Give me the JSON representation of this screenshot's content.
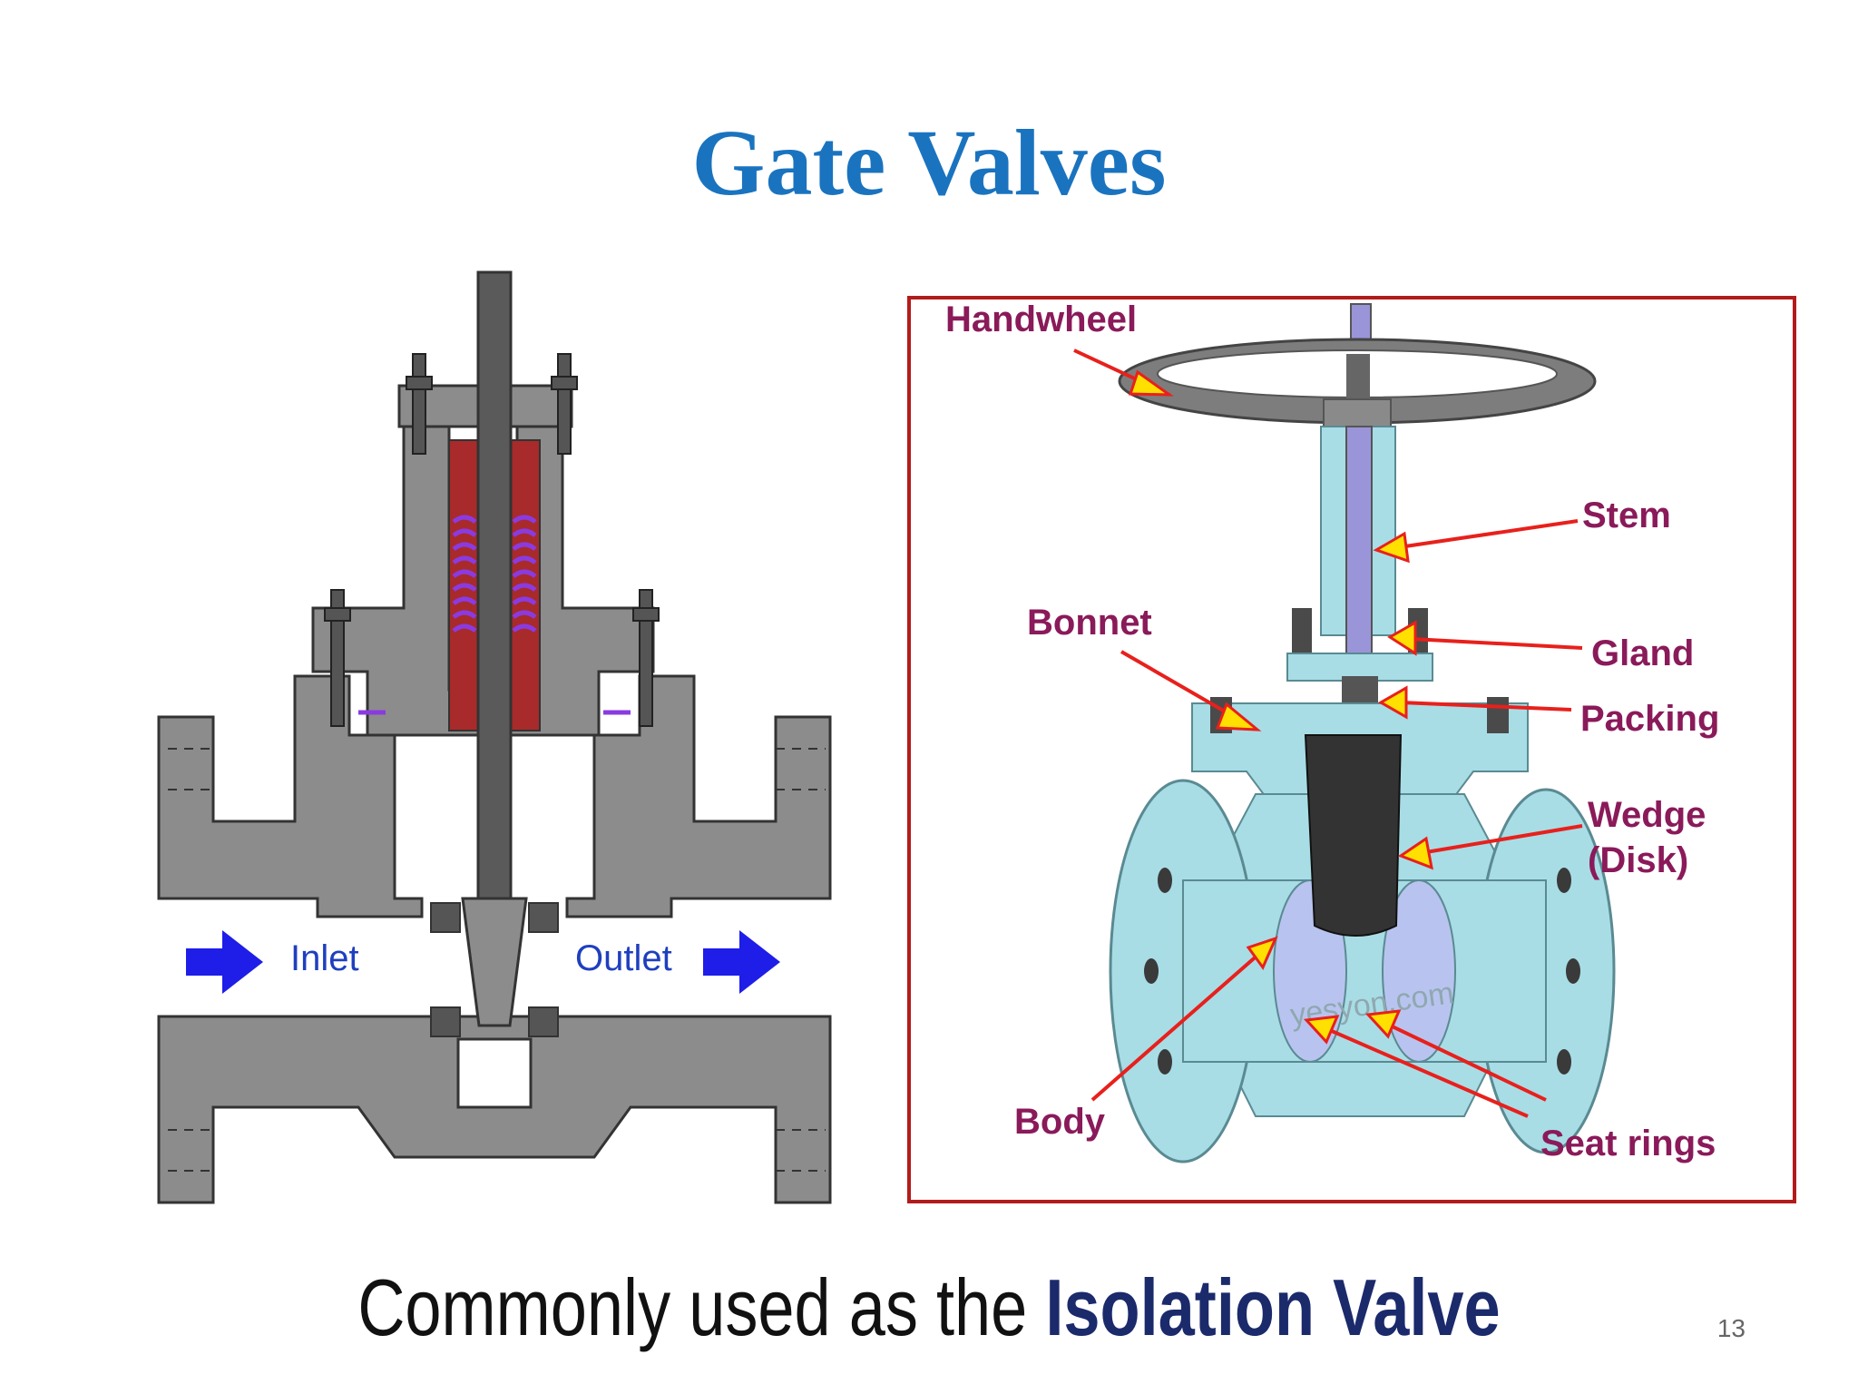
{
  "slide": {
    "title": "Gate Valves",
    "subtitle_plain": "Commonly used as the ",
    "subtitle_emphasis": "Isolation Valve",
    "page_number": "13"
  },
  "left_diagram": {
    "inlet_label": "Inlet",
    "outlet_label": "Outlet",
    "colors": {
      "body": "#8c8c8c",
      "packing": "#a82a2a",
      "spring": "#8a3be0",
      "arrow": "#1e1ee8"
    }
  },
  "right_diagram": {
    "labels": {
      "handwheel": "Handwheel",
      "stem": "Stem",
      "bonnet": "Bonnet",
      "gland": "Gland",
      "packing": "Packing",
      "wedge_line1": "Wedge",
      "wedge_line2": "(Disk)",
      "body": "Body",
      "seat_rings": "Seat rings"
    },
    "watermark": "yesyon.com",
    "colors": {
      "frame": "#b31b1b",
      "label": "#8a1a5a",
      "valve": "#a8dde6",
      "pointer": "#e8201c",
      "arrowhead": "#ffe000"
    }
  }
}
